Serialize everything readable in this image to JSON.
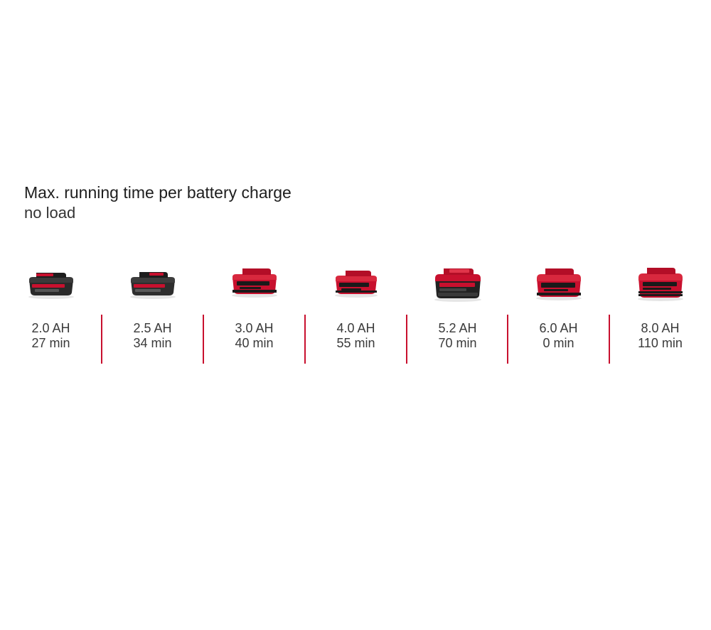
{
  "heading": {
    "title": "Max. running time per battery charge",
    "subtitle": "no load"
  },
  "batteries": [
    {
      "capacity": "2.0 AH",
      "runtime": "27 min",
      "icon": "battery-pack-2ah-icon",
      "body_color": "#2a2a2a",
      "accent_color": "#c8102e"
    },
    {
      "capacity": "2.5 AH",
      "runtime": "34 min",
      "icon": "battery-pack-2-5ah-icon",
      "body_color": "#2a2a2a",
      "accent_color": "#c8102e"
    },
    {
      "capacity": "3.0 AH",
      "runtime": "40 min",
      "icon": "battery-pack-3ah-icon",
      "body_color": "#c8102e",
      "accent_color": "#1a1a1a"
    },
    {
      "capacity": "4.0 AH",
      "runtime": "55 min",
      "icon": "battery-pack-4ah-icon",
      "body_color": "#c8102e",
      "accent_color": "#1a1a1a"
    },
    {
      "capacity": "5.2 AH",
      "runtime": "70 min",
      "icon": "battery-pack-5-2ah-icon",
      "body_color": "#222222",
      "accent_color": "#c8102e"
    },
    {
      "capacity": "6.0 AH",
      "runtime": "0 min",
      "icon": "battery-pack-6ah-icon",
      "body_color": "#c8102e",
      "accent_color": "#1a1a1a"
    },
    {
      "capacity": "8.0 AH",
      "runtime": "110 min",
      "icon": "battery-pack-8ah-icon",
      "body_color": "#c8102e",
      "accent_color": "#1a1a1a"
    }
  ],
  "divider_color": "#c8102e"
}
